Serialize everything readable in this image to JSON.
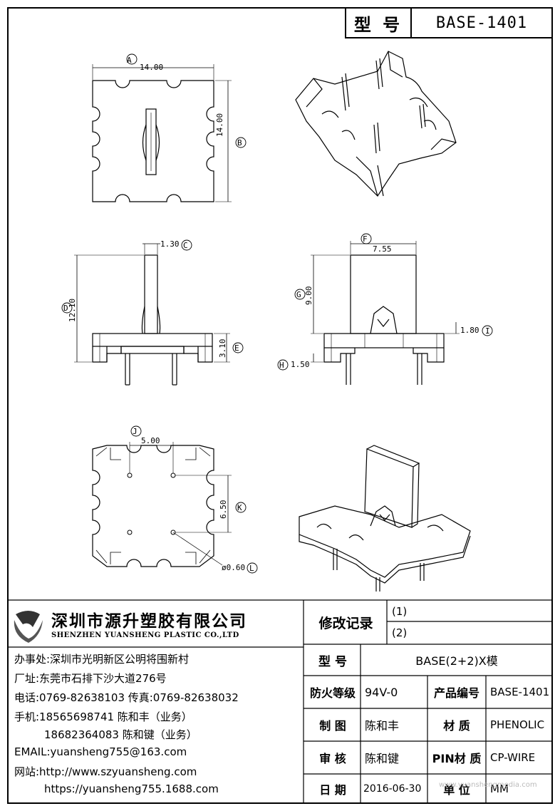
{
  "header": {
    "model_label": "型 号",
    "model_value": "BASE-1401"
  },
  "dimensions": {
    "A": {
      "letter": "A",
      "value": "14.00"
    },
    "B": {
      "letter": "B",
      "value": "14.00"
    },
    "C": {
      "letter": "C",
      "value": "1.30"
    },
    "D": {
      "letter": "D",
      "value": "12.10"
    },
    "E": {
      "letter": "E",
      "value": "3.10"
    },
    "F": {
      "letter": "F",
      "value": "7.55"
    },
    "G": {
      "letter": "G",
      "value": "9.00"
    },
    "H": {
      "letter": "H",
      "value": "1.50"
    },
    "I": {
      "letter": "I",
      "value": "1.80"
    },
    "J": {
      "letter": "J",
      "value": "5.00"
    },
    "K": {
      "letter": "K",
      "value": "6.50"
    },
    "L": {
      "letter": "L",
      "value": "ø0.60"
    }
  },
  "company": {
    "name_cn": "深圳市源升塑胶有限公司",
    "name_en": "SHENZHEN YUANSHENG PLASTIC CO.,LTD",
    "office": "办事处:深圳市光明新区公明将围新村",
    "factory": "厂址:东莞市石排下沙大道276号",
    "phone": "电话:0769-82638103 传真:0769-82638032",
    "mobile1": "手机:18565698741 陈和丰（业务）",
    "mobile2": "18682364083 陈和键（业务）",
    "email": "EMAIL:yuansheng755@163.com",
    "web1": "网站:http://www.szyuansheng.com",
    "web2": "https://yuansheng755.1688.com"
  },
  "revision": {
    "label": "修改记录",
    "r1": "(1)",
    "r2": "(2)"
  },
  "spec": {
    "model_label": "型 号",
    "model_value": "BASE(2+2)X模",
    "fire_label": "防火等级",
    "fire_value": "94V-0",
    "product_no_label": "产品编号",
    "product_no_value": "BASE-1401",
    "drawn_label": "制 图",
    "drawn_value": "陈和丰",
    "material_label": "材 质",
    "material_value": "PHENOLIC",
    "review_label": "审 核",
    "review_value": "陈和键",
    "pin_label": "PIN材 质",
    "pin_value": "CP-WIRE",
    "date_label": "日 期",
    "date_value": "2016-06-30",
    "unit_label": "单 位",
    "unit_value": "MM"
  },
  "watermark": "www.yuanshengmedia.com"
}
